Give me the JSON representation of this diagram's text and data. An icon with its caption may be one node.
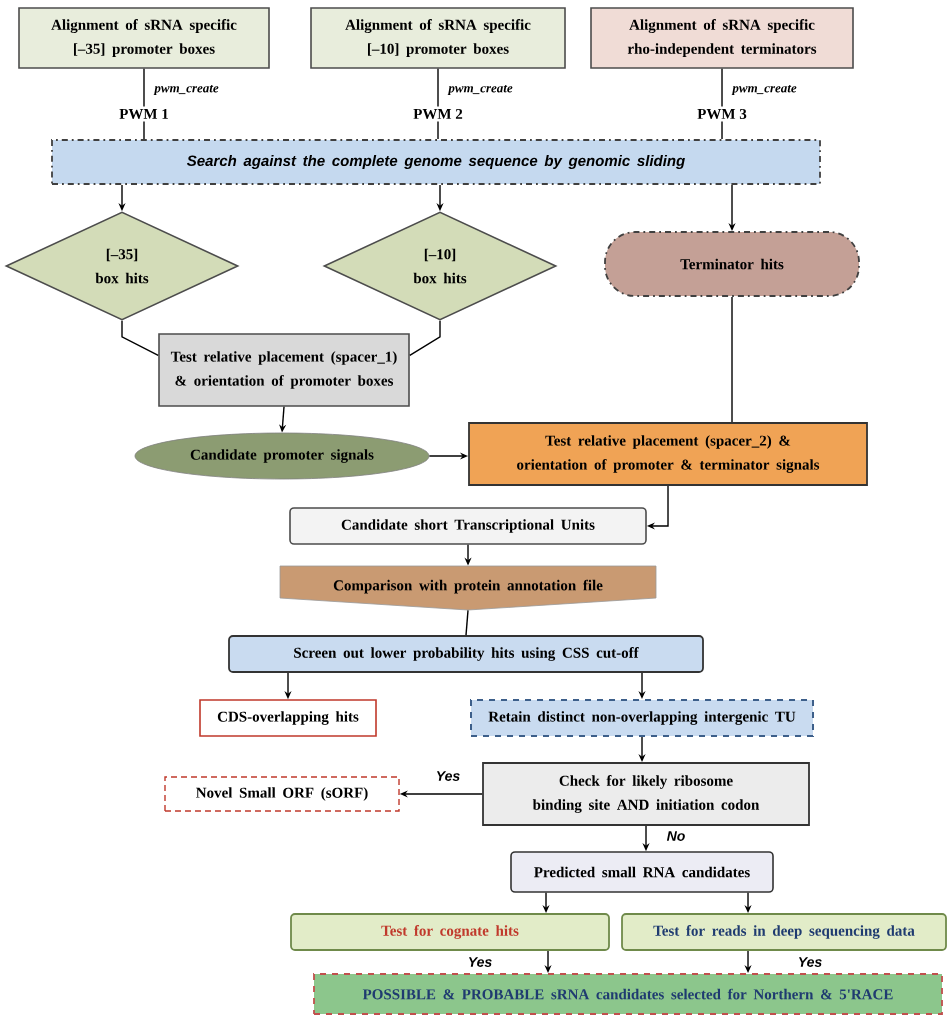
{
  "diagram": {
    "nodes": [
      {
        "text": [
          "Alignment of sRNA specific [–35] promoter boxes"
        ]
      },
      {
        "text": [
          "Alignment of sRNA specific [–10] promoter boxes"
        ]
      },
      {
        "text": [
          "Alignment of sRNA specific rho-independent terminators"
        ]
      },
      {
        "text": [
          "PWM 1"
        ]
      },
      {
        "text": [
          "PWM 2"
        ]
      },
      {
        "text": [
          "PWM 3"
        ]
      },
      {
        "text": [
          "Search against the complete genome sequence by genomic sliding"
        ]
      },
      {
        "text": [
          "[–35] box hits"
        ]
      },
      {
        "text": [
          "[–10] box hits"
        ]
      },
      {
        "text": [
          "Terminator hits"
        ]
      },
      {
        "text": [
          "Test relative placement (spacer_1) & orientation of promoter boxes"
        ]
      },
      {
        "text": [
          "Candidate promoter signals"
        ]
      },
      {
        "text": [
          "Test relative placement (spacer_2) & orientation of promoter & terminator signals"
        ]
      },
      {
        "text": [
          "Candidate short Transcriptional Units"
        ]
      },
      {
        "text": [
          "Comparison with protein annotation file"
        ]
      },
      {
        "text": [
          "Screen out lower probability hits using CSS cut-off"
        ]
      },
      {
        "text": [
          "CDS-overlapping hits"
        ]
      },
      {
        "text": [
          "Retain distinct non-overlapping intergenic TU"
        ]
      },
      {
        "text": [
          "Check for likely ribosome binding site AND initiation codon"
        ]
      },
      {
        "text": [
          "Novel Small ORF (sORF)"
        ]
      },
      {
        "text": [
          "Predicted small RNA candidates"
        ]
      },
      {
        "text": [
          "Test for cognate hits"
        ]
      },
      {
        "text": [
          "Test for reads in deep sequencing data"
        ]
      },
      {
        "text": [
          "POSSIBLE & PROBABLE sRNA candidates selected for Northern & 5'RACE"
        ]
      }
    ],
    "edges": [
      {
        "from": 0,
        "to": 3,
        "arrow": "none",
        "label": "pwm_create"
      },
      {
        "from": 1,
        "to": 4,
        "arrow": "none",
        "label": "pwm_create"
      },
      {
        "from": 2,
        "to": 5,
        "arrow": "none",
        "label": "pwm_create"
      },
      {
        "from": 3,
        "to": 6,
        "arrow": "none"
      },
      {
        "from": 4,
        "to": 6,
        "arrow": "none"
      },
      {
        "from": 5,
        "to": 6,
        "arrow": "none"
      },
      {
        "from": 6,
        "to": 7,
        "arrow": "to"
      },
      {
        "from": 6,
        "to": 8,
        "arrow": "to"
      },
      {
        "from": 6,
        "to": 9,
        "arrow": "to"
      },
      {
        "from": 7,
        "to": 10,
        "arrow": "none"
      },
      {
        "from": 8,
        "to": 10,
        "arrow": "none"
      },
      {
        "from": 10,
        "to": 11,
        "arrow": "to"
      },
      {
        "from": 11,
        "to": 12,
        "arrow": "to"
      },
      {
        "from": 9,
        "to": 12,
        "arrow": "none"
      },
      {
        "from": 12,
        "to": 13,
        "arrow": "to"
      },
      {
        "from": 13,
        "to": 14,
        "arrow": "to"
      },
      {
        "from": 14,
        "to": 15,
        "arrow": "none"
      },
      {
        "from": 15,
        "to": 16,
        "arrow": "to"
      },
      {
        "from": 15,
        "to": 17,
        "arrow": "to"
      },
      {
        "from": 17,
        "to": 18,
        "arrow": "to"
      },
      {
        "from": 18,
        "to": 19,
        "arrow": "to",
        "label": "Yes"
      },
      {
        "from": 18,
        "to": 20,
        "arrow": "to",
        "label": "No"
      },
      {
        "from": 20,
        "to": 21,
        "arrow": "to"
      },
      {
        "from": 20,
        "to": 22,
        "arrow": "to"
      },
      {
        "from": 21,
        "to": 23,
        "arrow": "to",
        "label": "Yes"
      },
      {
        "from": 22,
        "to": 23,
        "arrow": "to",
        "label": "Yes"
      }
    ]
  }
}
